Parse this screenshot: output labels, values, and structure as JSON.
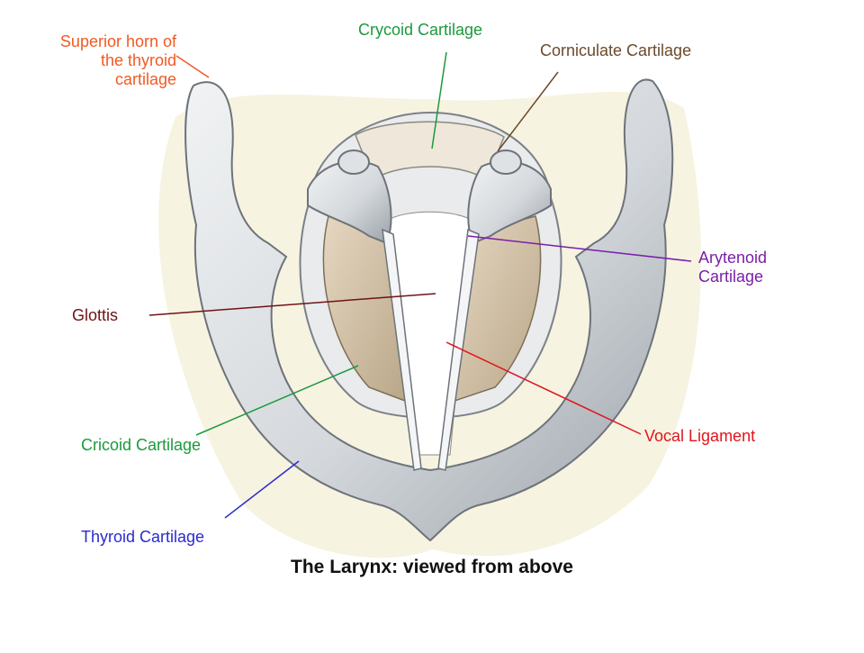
{
  "diagram": {
    "caption": "The Larynx: viewed from above",
    "labels": {
      "superior_horn": {
        "lines": [
          "Superior horn of",
          "the thyroid",
          "cartilage"
        ],
        "color": "#f05a24"
      },
      "crycoid_top": {
        "text": "Crycoid Cartilage",
        "color": "#1b9a3c"
      },
      "corniculate": {
        "text": "Corniculate Cartilage",
        "color": "#6b4a2a"
      },
      "arytenoid": {
        "lines": [
          "Arytenoid",
          "Cartilage"
        ],
        "color": "#7a1fa8"
      },
      "glottis": {
        "text": "Glottis",
        "color": "#6e1414"
      },
      "cricoid_bottom": {
        "text": "Cricoid Cartilage",
        "color": "#1b9a3c"
      },
      "vocal_ligament": {
        "text": "Vocal Ligament",
        "color": "#e0151b"
      },
      "thyroid": {
        "text": "Thyroid Cartilage",
        "color": "#2a2ad0"
      }
    }
  }
}
